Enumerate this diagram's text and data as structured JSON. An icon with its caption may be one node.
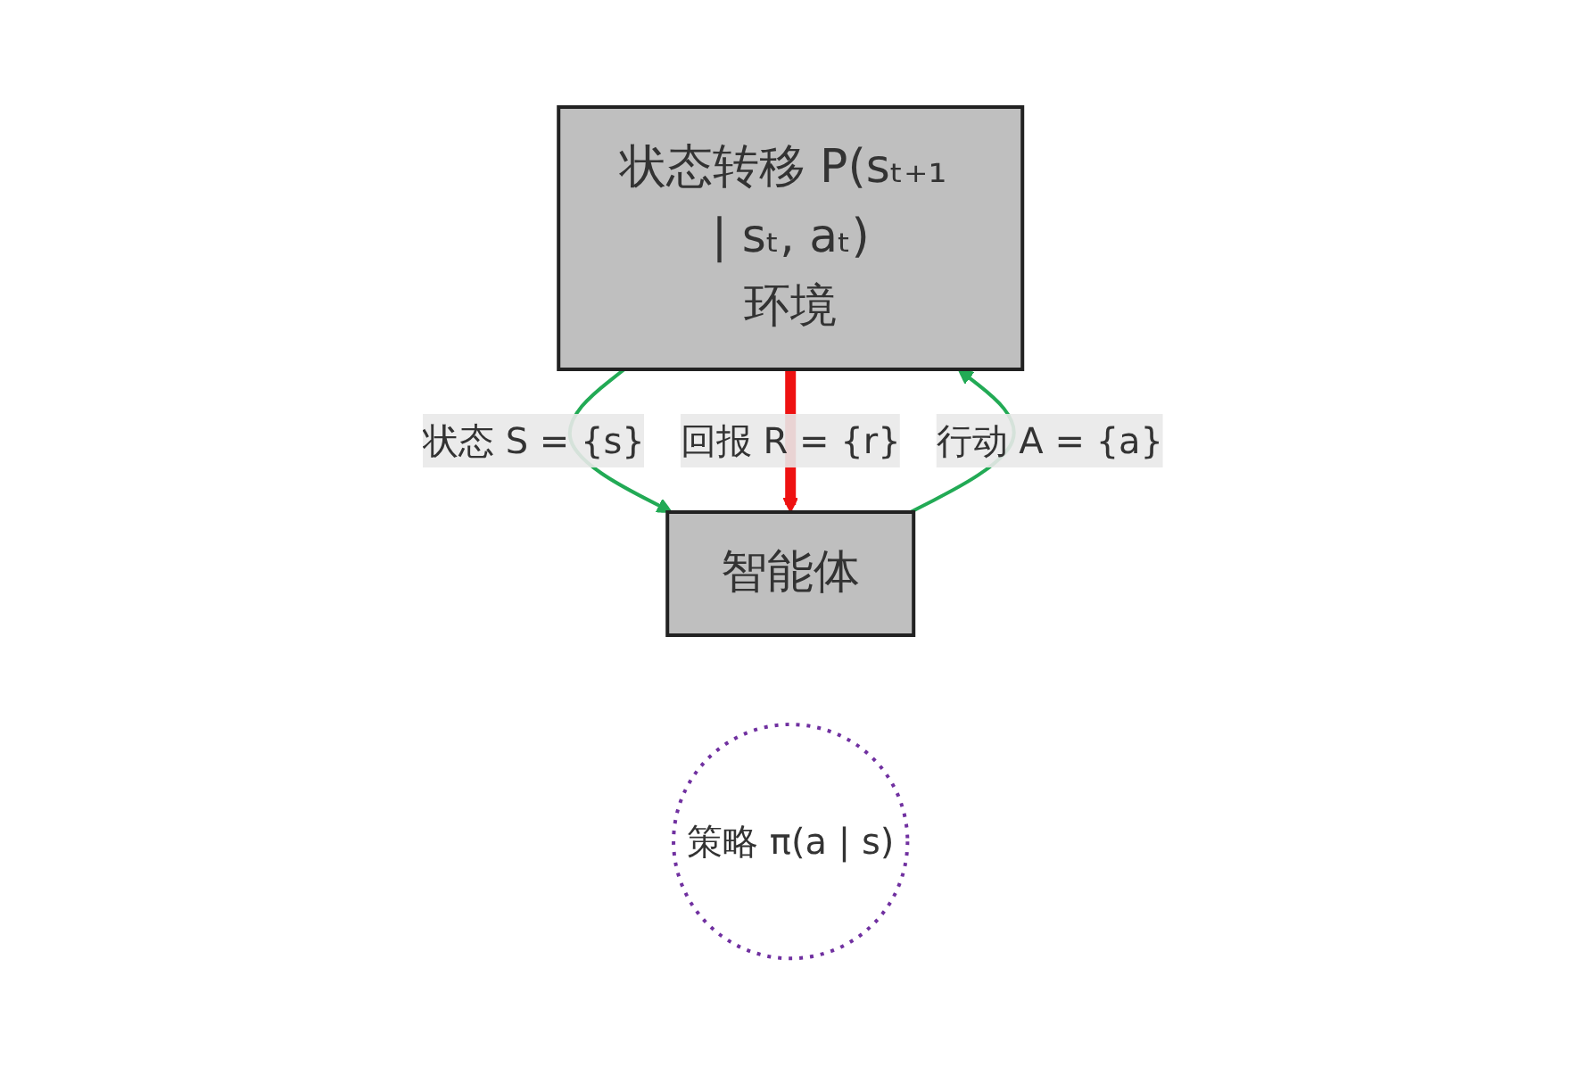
{
  "diagram": {
    "nodes": [
      {
        "text": [
          "状态转移 P(sₜ₊₁ | sₜ, aₜ)",
          "环境"
        ]
      },
      {
        "text": [
          "智能体"
        ]
      },
      {
        "text": [
          "策略 π(a | s)"
        ]
      }
    ],
    "edges": [
      {
        "from": 0,
        "to": 1,
        "arrow": "to",
        "label": "状态 S = {s}",
        "color": "#22aa55"
      },
      {
        "from": 1,
        "to": 0,
        "arrow": "to",
        "label": "行动 A = {a}",
        "color": "#22aa55"
      },
      {
        "from": 0,
        "to": 1,
        "arrow": "to",
        "label": "回报 R = {r}",
        "style": "thick",
        "color": "#ee1111"
      }
    ]
  }
}
